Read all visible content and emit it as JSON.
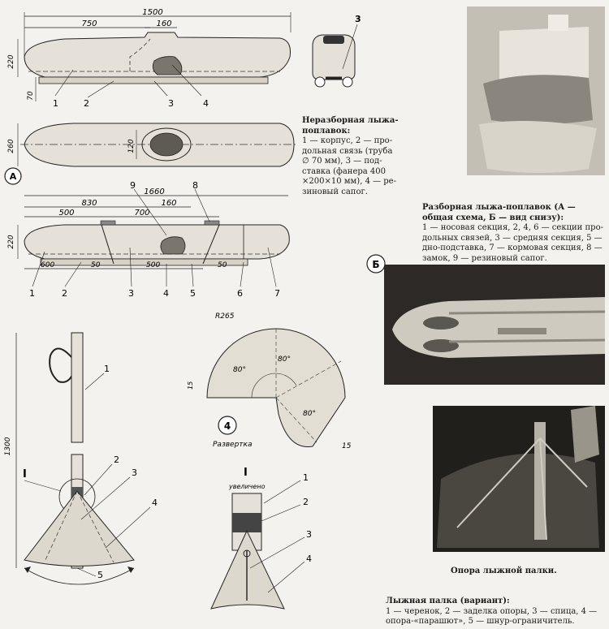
{
  "ski1": {
    "dims": {
      "total": "1500",
      "front": "750",
      "top": "160",
      "height": "220",
      "runner": "70"
    },
    "plan_dims": {
      "width": "260",
      "hole": "120"
    },
    "callouts": [
      "1",
      "2",
      "3",
      "4"
    ],
    "front_view_label": "3"
  },
  "ski1_caption": {
    "title": "Неразборная лыжа-поплавок:",
    "lines": [
      "1 — корпус, 2 — про-",
      "дольная связь (труба",
      "∅ 70 мм), 3 — под-",
      "ставка (фанера 400",
      "×200×10 мм), 4 — ре-",
      "зиновый сапог."
    ]
  },
  "ski2": {
    "marker": "А",
    "dims": {
      "total": "1660",
      "d830": "830",
      "d160": "160",
      "d500": "500",
      "d700": "700",
      "height": "220",
      "b600": "600",
      "b50a": "50",
      "b500": "500",
      "b50b": "50"
    },
    "callouts_top": [
      "9",
      "8"
    ],
    "callouts_bottom": [
      "1",
      "2",
      "3",
      "4",
      "5",
      "6",
      "7"
    ]
  },
  "ski2_caption": {
    "title": "Разборная лыжа-поплавок (А — общая схема, Б — вид снизу):",
    "lines": [
      "1 — носовая секция, 2, 4, 6 — секции про-",
      "дольных связей, 3 — средняя секция, 5 —",
      "дно-подставка, 7 — кормовая секция, 8 —",
      "замок, 9 — резиновый сапог."
    ]
  },
  "photo_b_marker": "Б",
  "pole": {
    "height": "1300",
    "roman": "I",
    "callouts": [
      "1",
      "2",
      "3",
      "4",
      "5"
    ]
  },
  "development": {
    "radius": "R265",
    "angles": [
      "80°",
      "80°",
      "80°"
    ],
    "d15a": "15",
    "d15b": "15",
    "number": "4",
    "label": "Развертка"
  },
  "detail": {
    "roman": "I",
    "enlarged": "увеличено",
    "callouts": [
      "1",
      "2",
      "3",
      "4"
    ]
  },
  "photo3_caption": "Опора лыжной палки.",
  "pole_caption": {
    "title": "Лыжная палка (вариант):",
    "lines": [
      "1 — черенок, 2 — заделка опоры, 3 — спица, 4 —",
      "опора-«парашют», 5 — шнур-ограничитель."
    ]
  }
}
